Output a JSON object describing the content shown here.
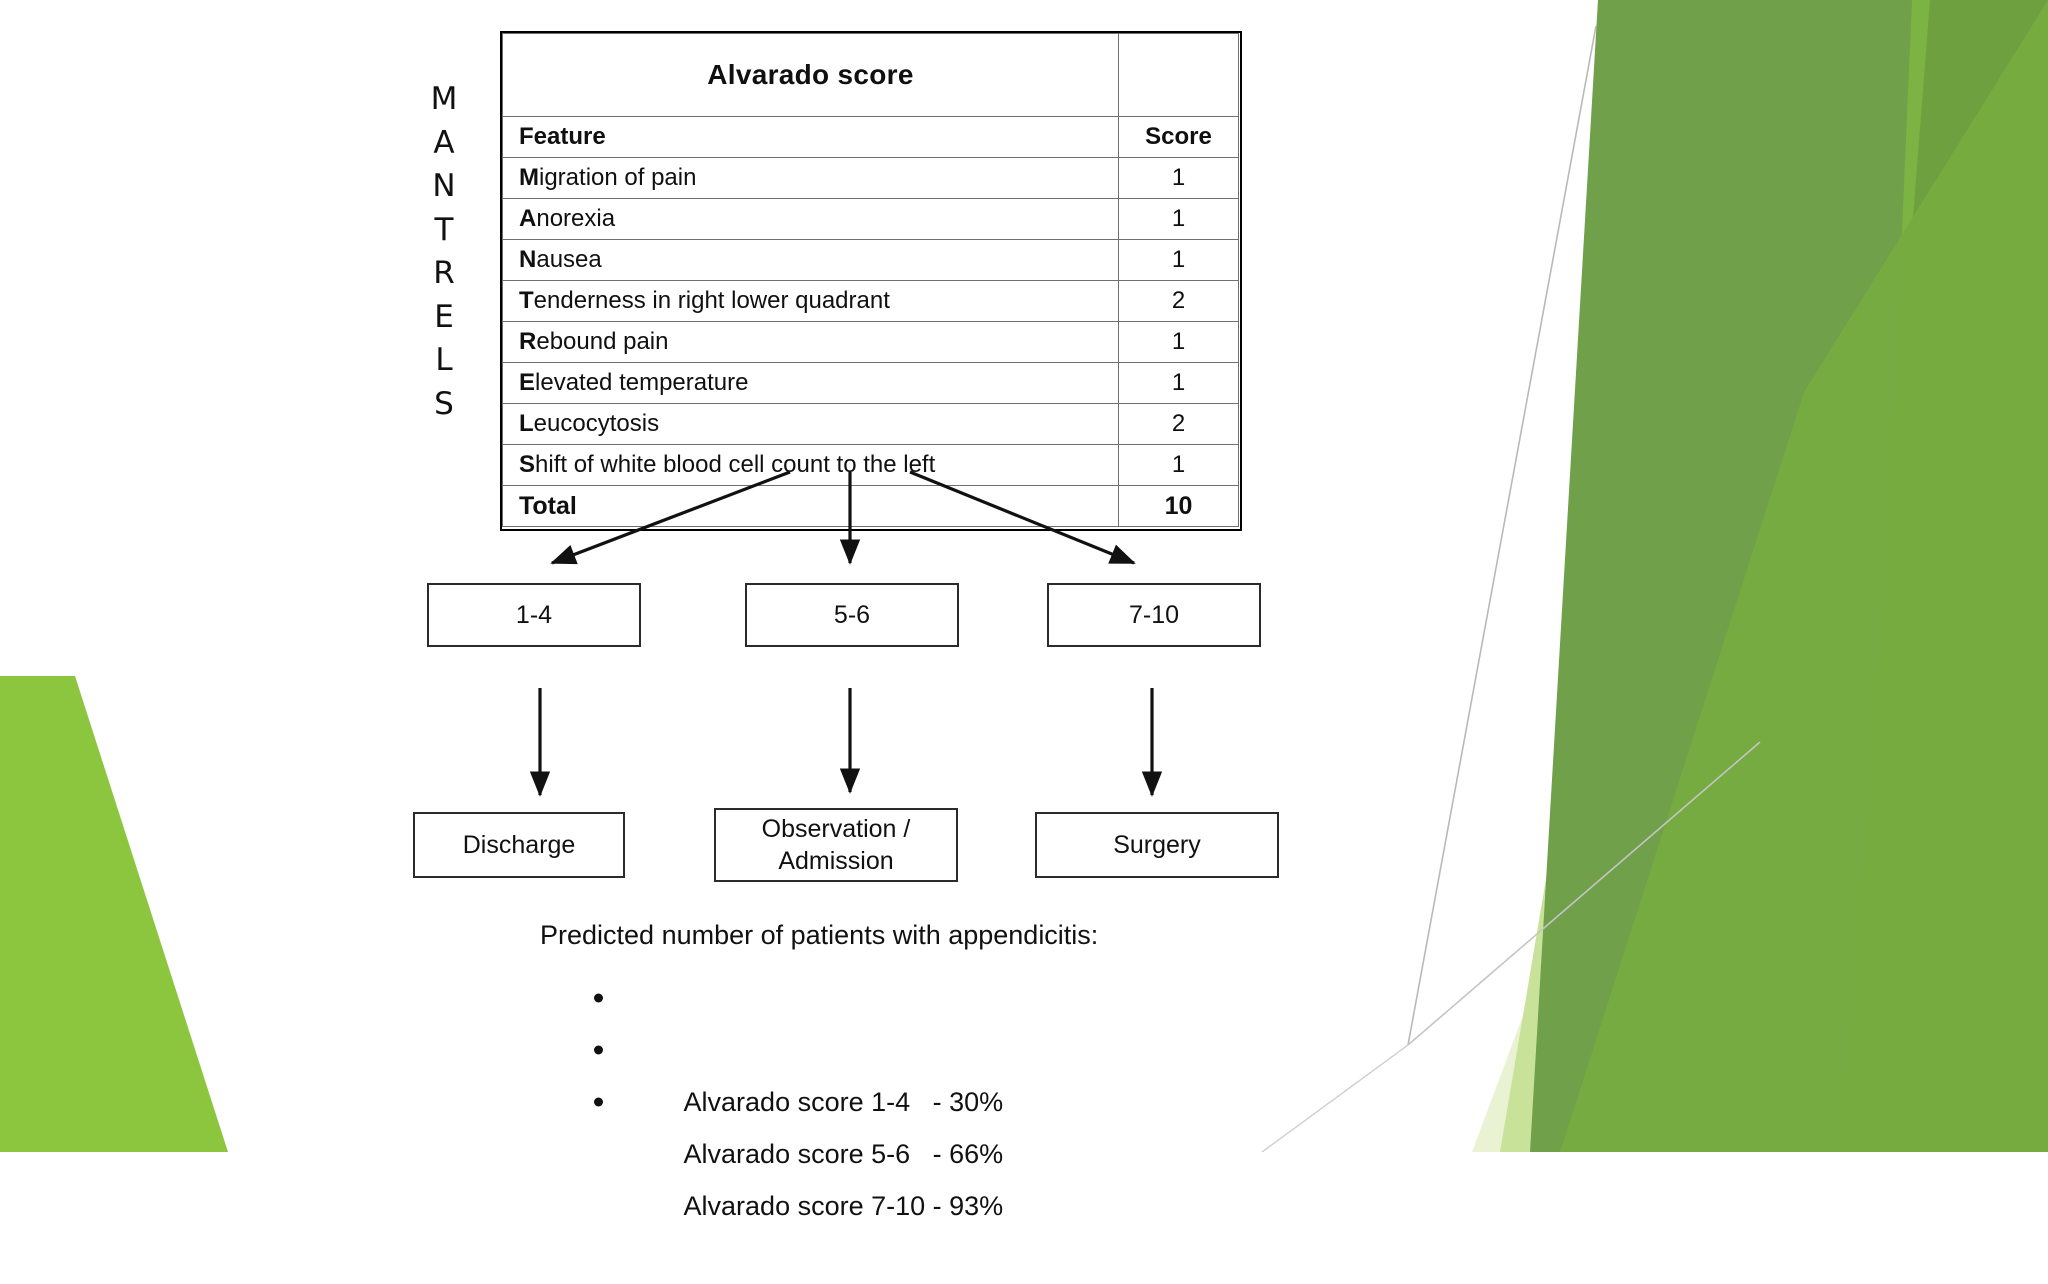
{
  "theme": {
    "accent_dark_green": "#70a04a",
    "accent_mid_green": "#7cb342",
    "accent_bright_green": "#8cc63e",
    "accent_light_green": "#c8e29a",
    "accent_pale_green": "#e9f3d4",
    "page_background": "#ffffff"
  },
  "mnemonic": {
    "name": "MANTRELS",
    "letters": [
      "M",
      "A",
      "N",
      "T",
      "R",
      "E",
      "L",
      "S"
    ]
  },
  "table": {
    "title": "Alvarado score",
    "headers": {
      "feature": "Feature",
      "score": "Score"
    },
    "rows": [
      {
        "initial": "M",
        "rest": "igration of pain",
        "full": "Migration of pain",
        "score": "1"
      },
      {
        "initial": "A",
        "rest": "norexia",
        "full": "Anorexia",
        "score": "1"
      },
      {
        "initial": "N",
        "rest": "ausea",
        "full": "Nausea",
        "score": "1"
      },
      {
        "initial": "T",
        "rest": "enderness in right lower quadrant",
        "full": "Tenderness in right lower quadrant",
        "score": "2"
      },
      {
        "initial": "R",
        "rest": "ebound pain",
        "full": "Rebound pain",
        "score": "1"
      },
      {
        "initial": "E",
        "rest": "levated temperature",
        "full": "Elevated temperature",
        "score": "1"
      },
      {
        "initial": "L",
        "rest": "eucocytosis",
        "full": "Leucocytosis",
        "score": "2"
      },
      {
        "initial": "S",
        "rest": "hift of white blood cell count to the left",
        "full": "Shift of white blood cell count to the left",
        "score": "1"
      }
    ],
    "total": {
      "label": "Total",
      "score": "10"
    }
  },
  "flow": {
    "ranges": [
      {
        "label": "1-4"
      },
      {
        "label": "5-6"
      },
      {
        "label": "7-10"
      }
    ],
    "actions": [
      {
        "label": "Discharge"
      },
      {
        "label": "Observation /\nAdmission"
      },
      {
        "label": "Surgery"
      }
    ]
  },
  "prediction": {
    "caption": "Predicted number of patients with appendicitis:",
    "items": [
      "Alvarado score 1-4   - 30%",
      "Alvarado score 5-6   - 66%",
      "Alvarado score 7-10 - 93%"
    ],
    "values": [
      {
        "range": "1-4",
        "percent": 30
      },
      {
        "range": "5-6",
        "percent": 66
      },
      {
        "range": "7-10",
        "percent": 93
      }
    ]
  }
}
